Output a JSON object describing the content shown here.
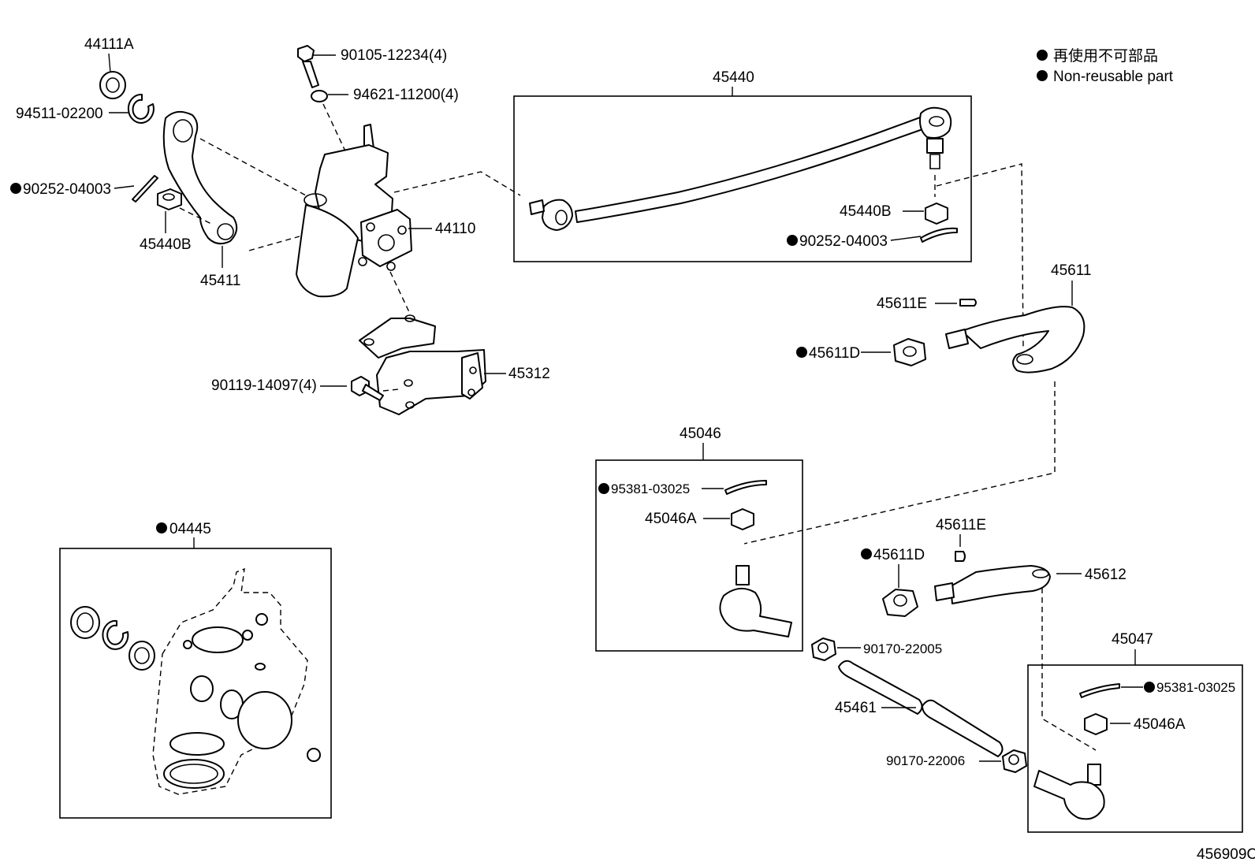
{
  "legend": {
    "line1": "再使用不可部品",
    "line2": "Non-reusable part"
  },
  "labels": {
    "p44111A": "44111A",
    "p94511_02200": "94511-02200",
    "p90252_04003_left": "90252-04003",
    "p45440B_left": "45440B",
    "p45411": "45411",
    "p90105_12234": "90105-12234(4)",
    "p94621_11200": "94621-11200(4)",
    "p44110": "44110",
    "p90119_14097": "90119-14097(4)",
    "p45312": "45312",
    "p45440": "45440",
    "p45440B_right": "45440B",
    "p90252_04003_right": "90252-04003",
    "p45611": "45611",
    "p45611E_top": "45611E",
    "p45611D_top": "45611D",
    "p45046": "45046",
    "p95381_03025_left": "95381-03025",
    "p45046A_left": "45046A",
    "p04445": "04445",
    "p45611E_mid": "45611E",
    "p45611D_mid": "45611D",
    "p45612": "45612",
    "p90170_22005": "90170-22005",
    "p45461": "45461",
    "p90170_22006": "90170-22006",
    "p45047": "45047",
    "p95381_03025_right": "95381-03025",
    "p45046A_right": "45046A",
    "diagram_code": "456909C"
  }
}
